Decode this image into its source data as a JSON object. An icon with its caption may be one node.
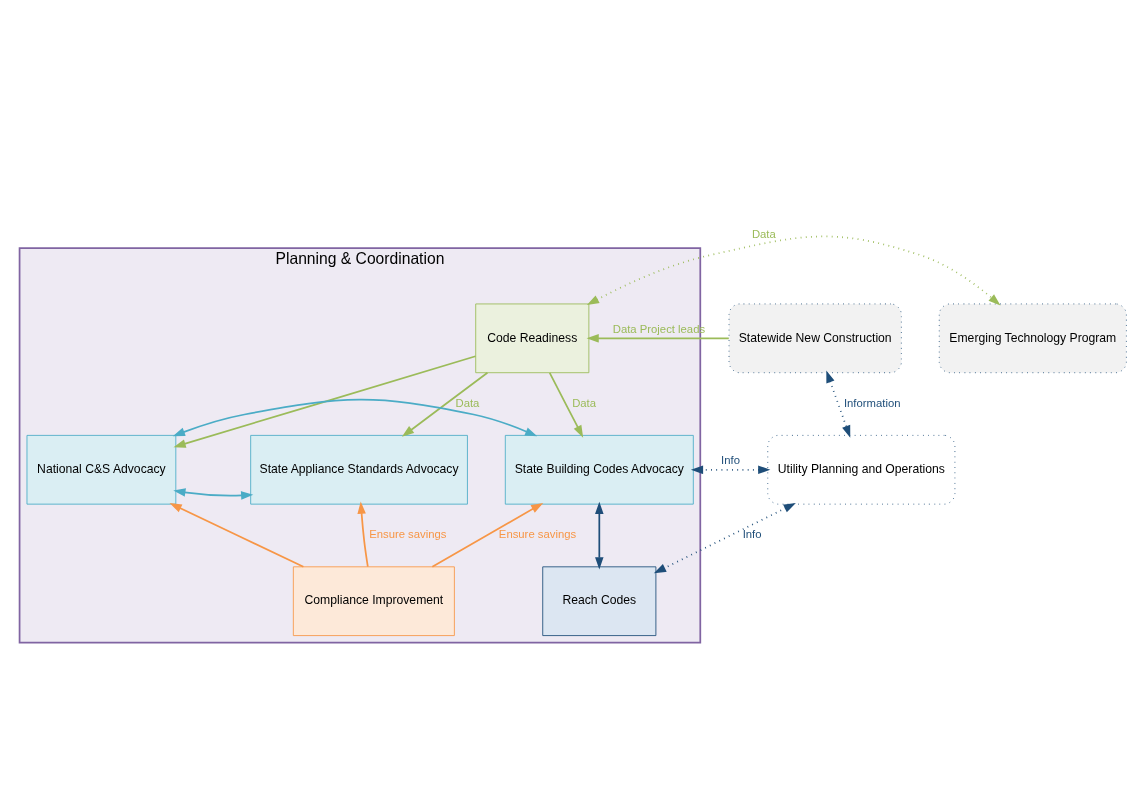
{
  "diagram": {
    "nodes": [
      {
        "text": [
          "Planning & Coordination"
        ]
      },
      {
        "text": [
          "Statewide New Construction"
        ]
      },
      {
        "text": [
          "Code Readiness"
        ],
        "in": 0
      },
      {
        "text": [
          "Emerging Technology Program"
        ]
      },
      {
        "text": [
          "State Building Codes Advocacy"
        ],
        "in": 0
      },
      {
        "text": [
          "National C&S Advocacy"
        ],
        "in": 0
      },
      {
        "text": [
          "State Appliance Standards Advocacy"
        ],
        "in": 0
      },
      {
        "text": [
          "Utility Planning and Operations"
        ]
      },
      {
        "text": [
          "Reach Codes"
        ],
        "in": 0
      },
      {
        "text": [
          "Compliance Improvement"
        ],
        "in": 0
      }
    ],
    "edges": [
      {
        "from": 1,
        "to": 2,
        "arrow": "to",
        "label": "Data Project leads",
        "color": "#9bbb59"
      },
      {
        "from": 2,
        "to": 3,
        "arrow": "both",
        "label": "Data",
        "style": "dashed",
        "color": "#9bbb59"
      },
      {
        "from": 2,
        "to": 4,
        "arrow": "to",
        "label": "Data",
        "color": "#9bbb59"
      },
      {
        "from": 2,
        "to": 5,
        "arrow": "to",
        "color": "#9bbb59"
      },
      {
        "from": 2,
        "to": 6,
        "arrow": "to",
        "label": "Data",
        "color": "#9bbb59"
      },
      {
        "from": 4,
        "to": 5,
        "arrow": "both",
        "color": "#4bacc6"
      },
      {
        "from": 5,
        "to": 6,
        "arrow": "both",
        "color": "#4bacc6"
      },
      {
        "from": 4,
        "to": 8,
        "arrow": "both",
        "color": "#1f4e79"
      },
      {
        "from": 9,
        "to": 4,
        "arrow": "to",
        "label": "Ensure savings",
        "color": "#f79646"
      },
      {
        "from": 9,
        "to": 5,
        "arrow": "to",
        "color": "#f79646"
      },
      {
        "from": 9,
        "to": 6,
        "arrow": "to",
        "label": "Ensure savings",
        "color": "#f79646"
      },
      {
        "from": 1,
        "to": 7,
        "arrow": "both",
        "label": "Information",
        "style": "dashed",
        "color": "#1f4e79"
      },
      {
        "from": 7,
        "to": 4,
        "arrow": "both",
        "label": "Info",
        "style": "dashed",
        "color": "#1f4e79"
      },
      {
        "from": 7,
        "to": 8,
        "arrow": "both",
        "label": "Info",
        "style": "dashed",
        "color": "#1f4e79"
      }
    ]
  }
}
